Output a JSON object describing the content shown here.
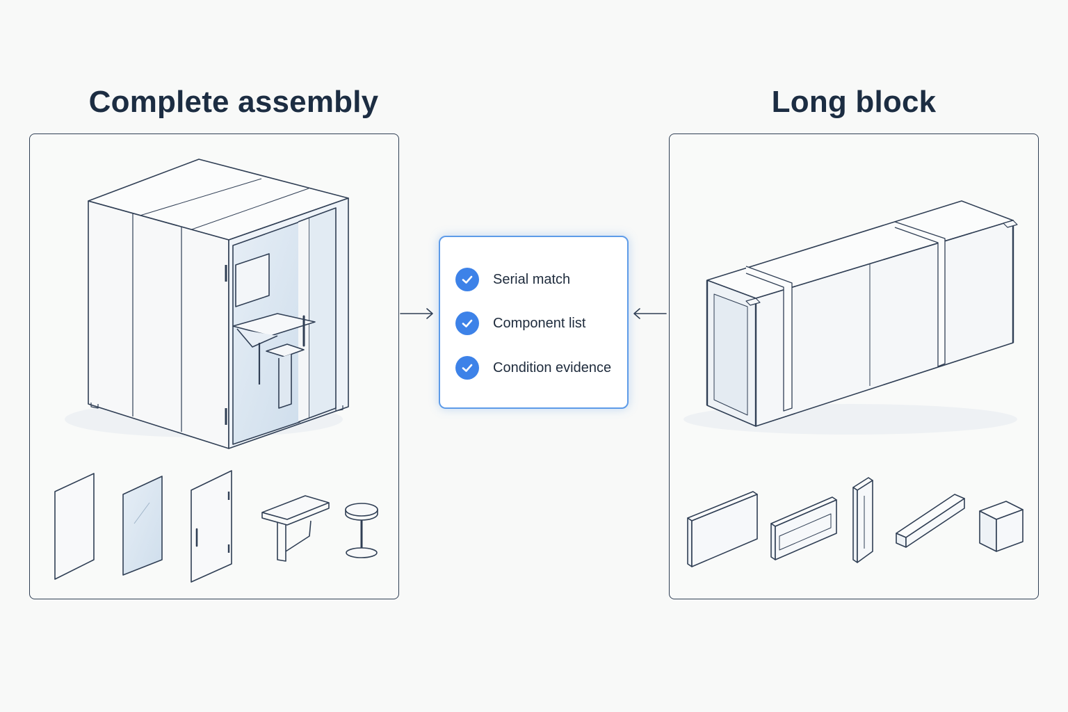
{
  "left_panel": {
    "title": "Complete assembly",
    "main_icon": "office-phone-booth-icon",
    "parts": [
      "wall-panel-icon",
      "glass-panel-icon",
      "door-panel-icon",
      "desk-icon",
      "stool-icon"
    ]
  },
  "right_panel": {
    "title": "Long block",
    "main_icon": "crated-package-icon",
    "parts": [
      "flat-panel-icon",
      "framed-panel-icon",
      "tall-panel-icon",
      "beam-icon",
      "cube-box-icon"
    ]
  },
  "checklist": {
    "items": [
      {
        "label": "Serial match",
        "icon": "check-icon"
      },
      {
        "label": "Component list",
        "icon": "check-icon"
      },
      {
        "label": "Condition evidence",
        "icon": "check-icon"
      }
    ]
  },
  "colors": {
    "ink": "#1c2d42",
    "line": "#2f3e54",
    "accent": "#3d82e8",
    "accent_border": "#5d9be8",
    "glass": "#dce8f3",
    "background": "#f8f9f8"
  }
}
